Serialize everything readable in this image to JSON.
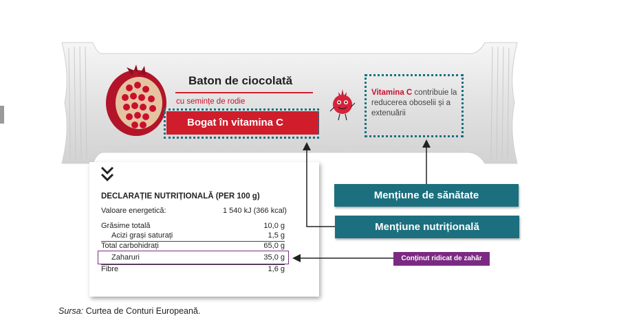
{
  "colors": {
    "teal": "#1b6f7e",
    "red": "#cf1d2c",
    "purple": "#7b2a83",
    "wrapper": "#e6e6e6"
  },
  "product": {
    "title": "Baton de ciocolată",
    "subtitle": "cu semințe de rodie",
    "banner": "Bogat în vitamina C",
    "vitamin_claim_highlight": "Vitamina C",
    "vitamin_claim_rest": " contribuie la reducerea oboselii și a extenuării",
    "mascot_icon": "pomegranate-mascot-icon",
    "chevron_icon": "double-chevron-down-icon"
  },
  "nutrition": {
    "heading": "DECLARAȚIE NUTRIȚIONALĂ (PER 100 g)",
    "rows": [
      {
        "label": "Valoare energetică:",
        "value": "1 540 kJ (366 kcal)"
      },
      {
        "label": "Grăsime totală",
        "value": "10,0 g"
      },
      {
        "label": "Acizi grași saturați",
        "value": "1,5 g"
      },
      {
        "label": "Total carbohidrați",
        "value": "65,0 g"
      },
      {
        "label": "Zaharuri",
        "value": "35,0 g"
      },
      {
        "label": "Fibre",
        "value": "1,6 g"
      }
    ]
  },
  "labels": {
    "health_claim": "Mențiune de sănătate",
    "nutrition_claim": "Mențiune nutrițională",
    "sugar_note": "Conținut ridicat de zahăr"
  },
  "source": {
    "prefix": "Sursa:",
    "text": " Curtea de Conturi Europeană."
  }
}
